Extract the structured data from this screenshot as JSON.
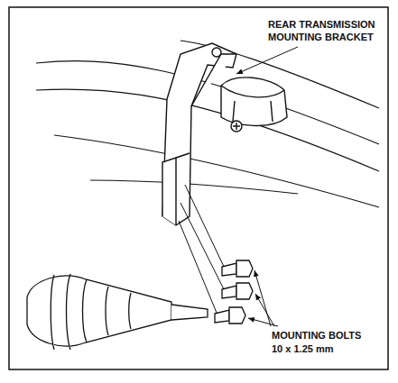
{
  "diagram": {
    "labels": [
      "REAR TRANSMISSION MOUNTING BRACKET",
      "MOUNTING BOLTS",
      "10 x 1.25 mm"
    ]
  }
}
